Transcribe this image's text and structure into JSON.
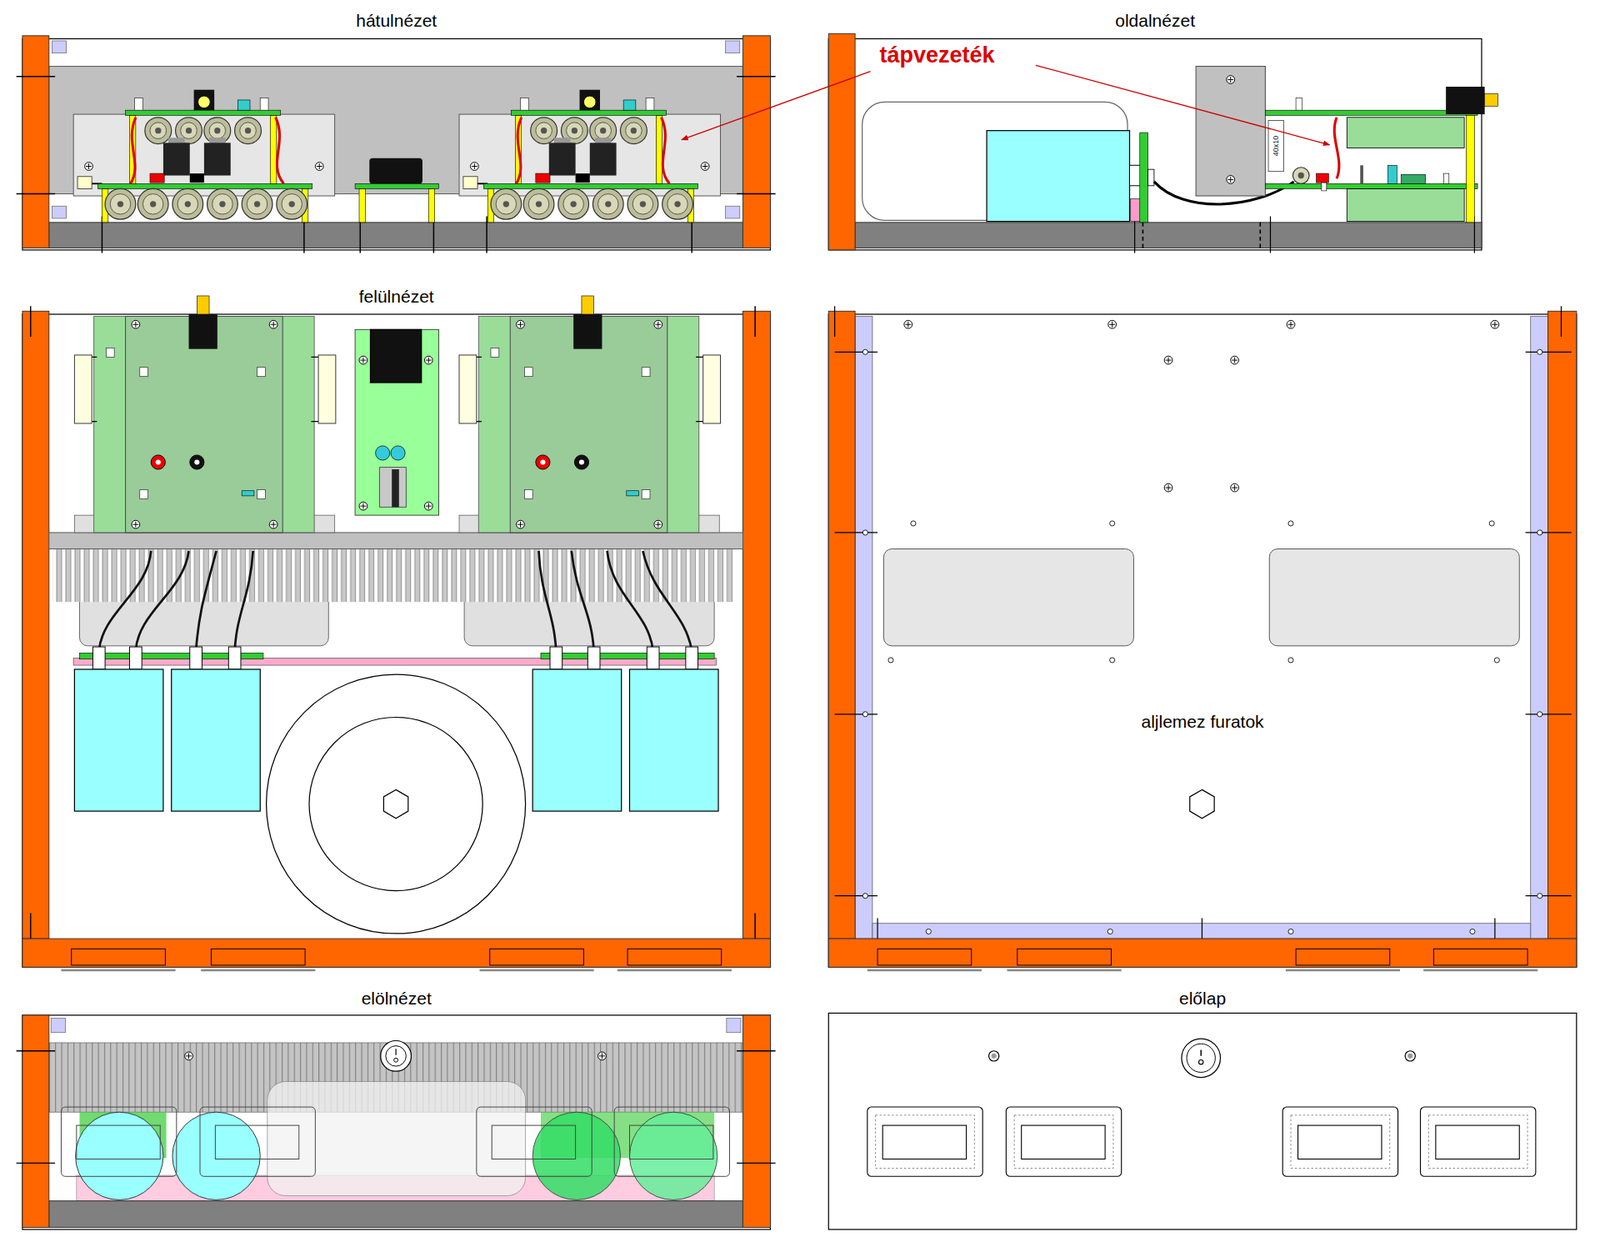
{
  "diagram": {
    "nodes": [
      {
        "text": [
          "hátulnézet"
        ]
      },
      {
        "text": [
          "oldalnézet"
        ]
      },
      {
        "text": [
          "felülnézet"
        ]
      },
      {
        "text": [
          "aljlemez furatok"
        ]
      },
      {
        "text": [
          "elölnézet"
        ]
      },
      {
        "text": [
          "előlap"
        ]
      }
    ],
    "labels": [
      "tápvezeték",
      "40x10"
    ]
  }
}
